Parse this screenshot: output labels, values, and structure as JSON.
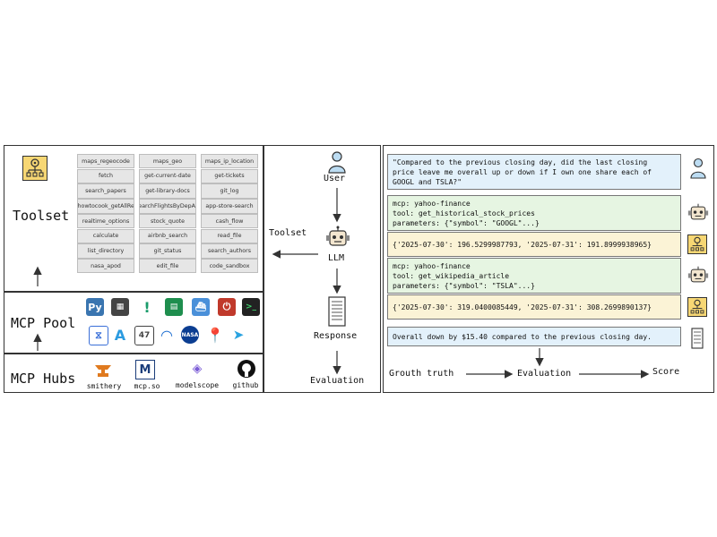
{
  "left": {
    "toolset_label": "Toolset",
    "mcp_pool_label": "MCP Pool",
    "mcp_hubs_label": "MCP Hubs",
    "tools": [
      "maps_regeocode",
      "maps_geo",
      "maps_ip_location",
      "fetch",
      "get-current-date",
      "get-tickets",
      "search_papers",
      "get-library-docs",
      "git_log",
      "mcp_howtocook_getAllRecipes",
      "searchFlightsByDepArr",
      "app-store-search",
      "realtime_options",
      "stock_quote",
      "cash_flow",
      "calculate",
      "airbnb_search",
      "read_file",
      "list_directory",
      "git_status",
      "search_authors",
      "nasa_apod",
      "edit_file",
      "code_sandbox"
    ],
    "hubs": [
      "smithery",
      "mcp.so",
      "modelscope",
      "github"
    ]
  },
  "middle": {
    "user_label": "User",
    "llm_label": "LLM",
    "toolset_label": "Toolset",
    "response_label": "Response",
    "evaluation_label": "Evaluation"
  },
  "right": {
    "question": "\"Compared to the previous closing day, did the last closing\nprice leave me overall up or down if I own one share each of\nGOOGL and TSLA?\"",
    "call1": "mcp: yahoo-finance\ntool: get_historical_stock_prices\nparameters: {\"symbol\": \"GOOGL\"...}",
    "result1": "{'2025-07-30': 196.5299987793, '2025-07-31': 191.8999938965}",
    "call2": "mcp: yahoo-finance\ntool: get_wikipedia_article\nparameters: {\"symbol\": \"TSLA\"...}",
    "result2": "{'2025-07-30': 319.0400085449, '2025-07-31': 308.2699890137}",
    "answer": "Overall down by $15.40 compared to the previous closing day.",
    "ground_truth_label": "Grouth truth",
    "evaluation_label": "Evaluation",
    "score_label": "Score"
  },
  "colors": {
    "question_bg": "#e3f1fb",
    "call_bg": "#e6f5e2",
    "result_bg": "#fbf3d6",
    "answer_bg": "#e3f1fb",
    "tool_bg": "#e6e6e6",
    "accent_yellow": "#f5c542"
  }
}
